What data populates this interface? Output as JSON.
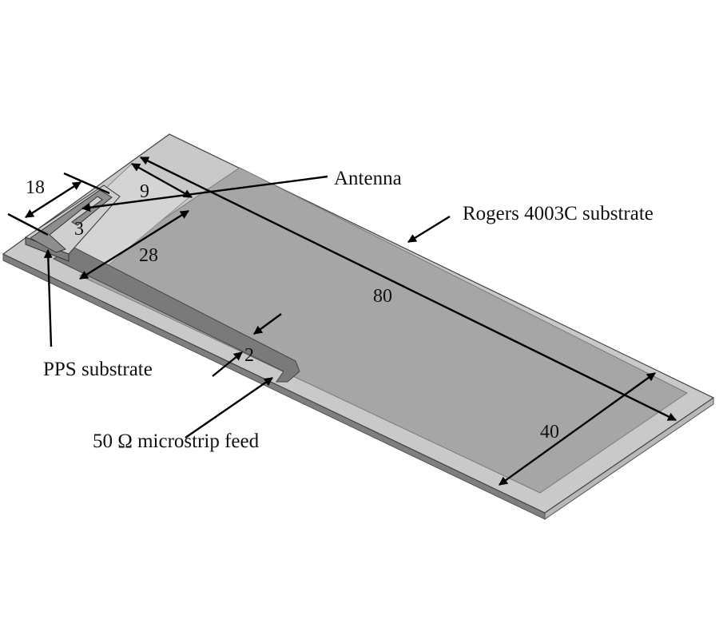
{
  "labels": {
    "antenna": "Antenna",
    "rogers": "Rogers 4003C substrate",
    "pps": "PPS substrate",
    "feed": "50 Ω  microstrip feed"
  },
  "dimensions": {
    "d18": "18",
    "d9": "9",
    "d3": "3",
    "d28": "28",
    "d80": "80",
    "d2": "2",
    "d40": "40"
  },
  "colors": {
    "board_top": "#a6a6a6",
    "board_edge_light": "#c9c9c9",
    "board_edge_dark": "#7f7f7f",
    "clearance": "#d4d4d4",
    "pps": "#cfcfcf",
    "antenna_trace": "#8e8e8e",
    "feed_trace": "#7a7a7a"
  }
}
